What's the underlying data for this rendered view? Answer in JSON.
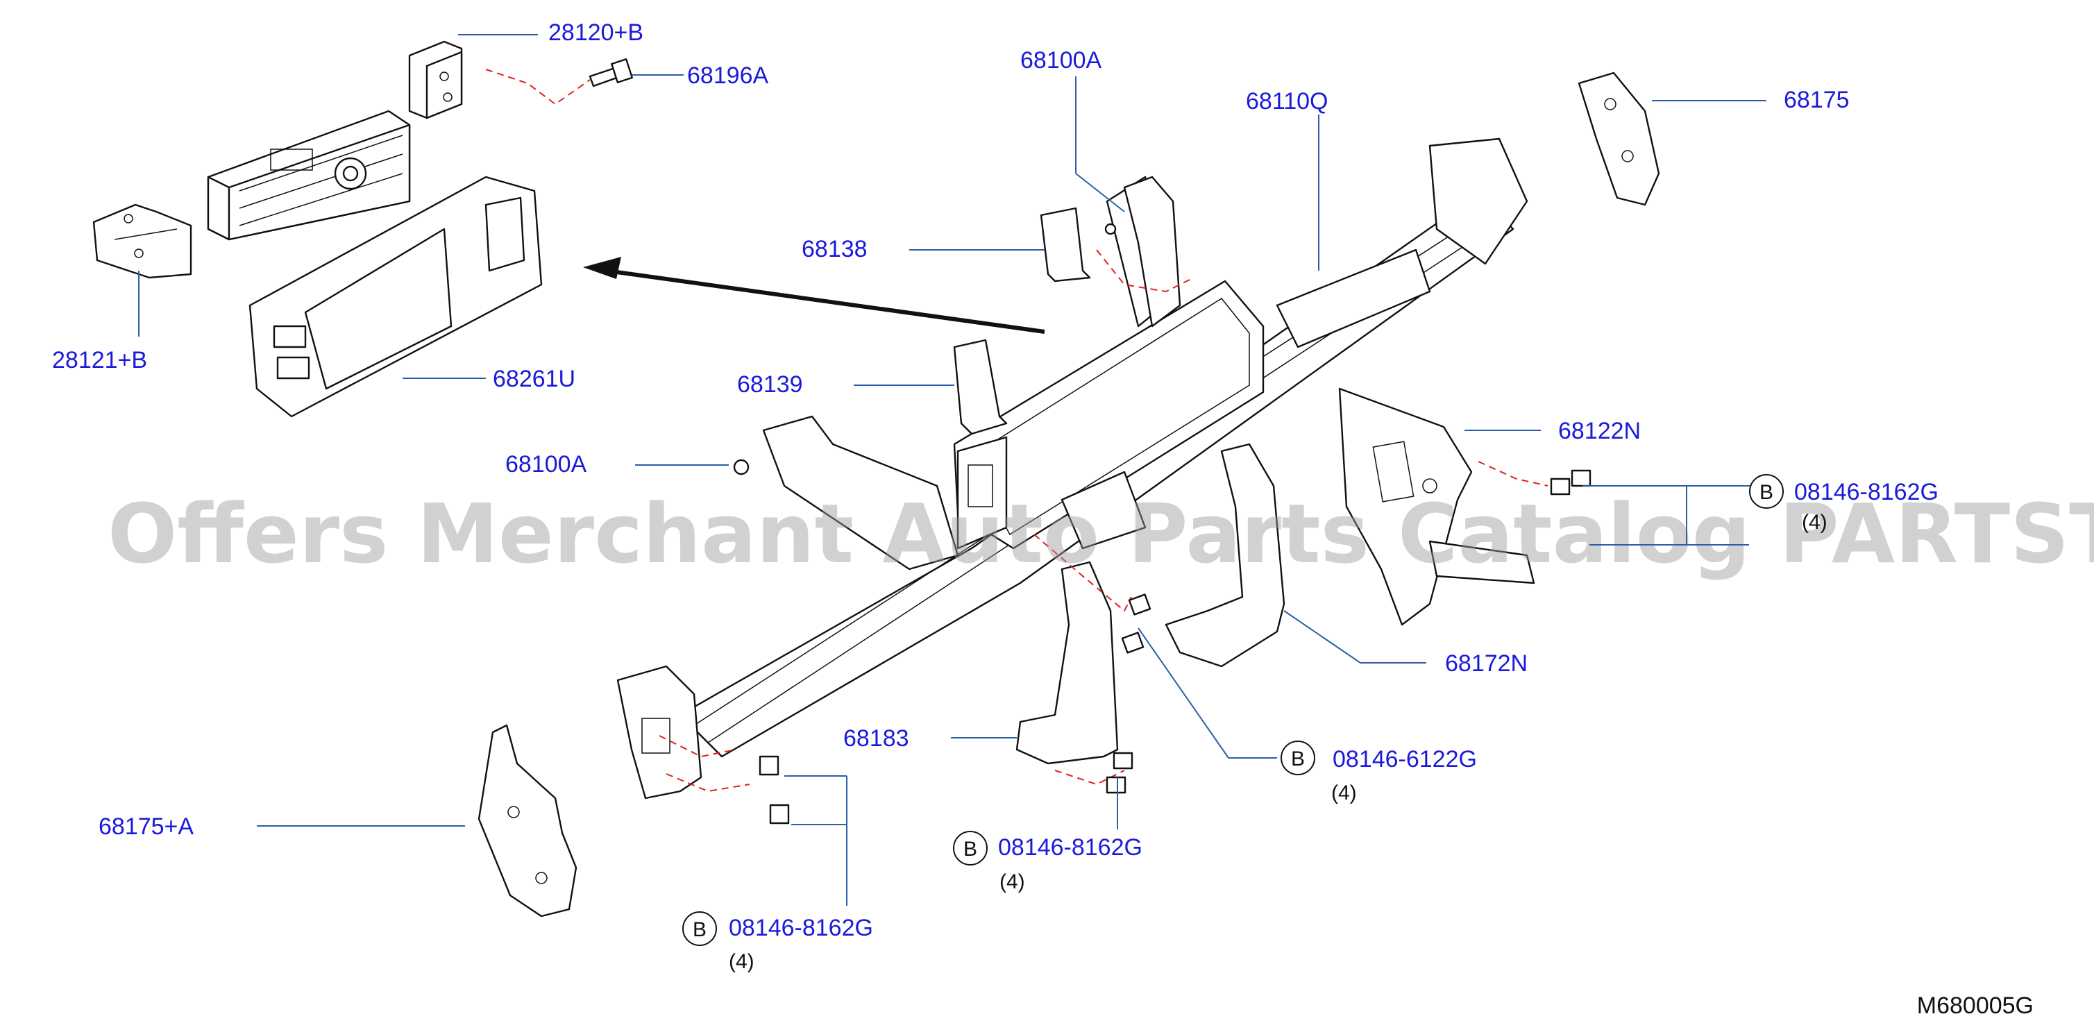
{
  "callouts": {
    "c28120b": "28120+B",
    "c68196a": "68196A",
    "c28121b": "28121+B",
    "c68261u": "68261U",
    "c68100a_top": "68100A",
    "c68110q": "68110Q",
    "c68175": "68175",
    "c68138": "68138",
    "c68139": "68139",
    "c68100a_left": "68100A",
    "c68122n": "68122N",
    "c08146_8162g_right": "08146-8162G",
    "c68172n": "68172N",
    "c68183": "68183",
    "c08146_6122g": "08146-6122G",
    "c08146_8162g_center": "08146-8162G",
    "c68175a": "68175+A",
    "c08146_8162g_bottom": "08146-8162G"
  },
  "badges": {
    "b_right": "B",
    "b_6122g": "B",
    "b_center": "B",
    "b_bottom": "B"
  },
  "quantities": {
    "q_right": "(4)",
    "q_6122g": "(4)",
    "q_center": "(4)",
    "q_bottom": "(4)"
  },
  "watermark": "Offers Merchant Auto Parts Catalog PARTSTORE.SA",
  "diagram_id": "M680005G",
  "colors": {
    "callout_text": "#1a1adb",
    "leader_line": "#2c5fa8",
    "dashed_fastener": "#e02020",
    "watermark": "#9a9a9a"
  }
}
